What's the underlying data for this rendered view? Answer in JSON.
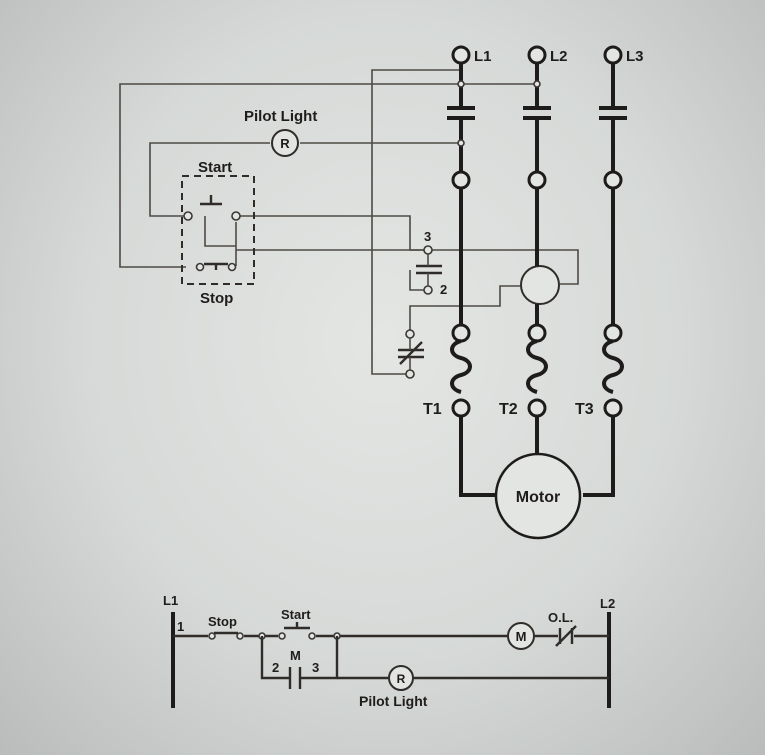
{
  "top": {
    "line_labels": [
      "L1",
      "L2",
      "L3"
    ],
    "terminal_labels": [
      "T1",
      "T2",
      "T3"
    ],
    "pilot_light_label": "Pilot Light",
    "pilot_light_letter": "R",
    "start_label": "Start",
    "stop_label": "Stop",
    "aux_contact_labels": [
      "3",
      "2"
    ],
    "motor_label": "Motor"
  },
  "ladder": {
    "l1_label": "L1",
    "l2_label": "L2",
    "node_1": "1",
    "stop_label": "Stop",
    "start_label": "Start",
    "node_2": "2",
    "contact_label": "M",
    "node_3": "3",
    "coil_letter": "M",
    "overload_label": "O.L.",
    "pilot_letter": "R",
    "pilot_label": "Pilot Light"
  }
}
